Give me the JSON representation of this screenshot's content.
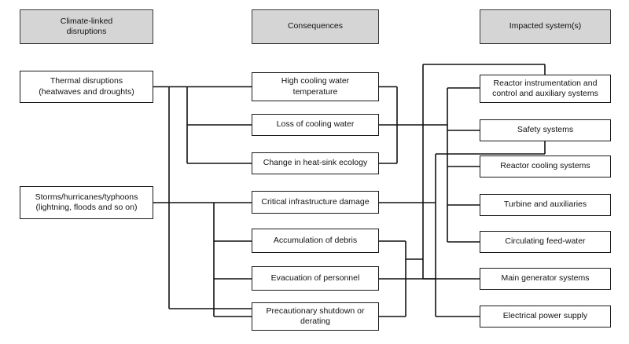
{
  "figure": {
    "kind": "flowchart",
    "background": "#ffffff",
    "line_color": "#111111",
    "header_fill": "#d5d5d5",
    "node_fill": "#ffffff",
    "border_color": "#1a1a1a"
  },
  "headers": [
    {
      "id": "h-disruptions",
      "label": "Climate-linked\ndisruptions"
    },
    {
      "id": "h-consequences",
      "label": "Consequences"
    },
    {
      "id": "h-impacted",
      "label": "Impacted system(s)"
    }
  ],
  "disruptions": [
    {
      "id": "d-thermal",
      "label": "Thermal disruptions\n(heatwaves and droughts)"
    },
    {
      "id": "d-storms",
      "label": "Storms/hurricanes/typhoons\n(lightning, floods and so on)"
    }
  ],
  "consequences": [
    {
      "id": "c-high-temp",
      "label": "High cooling water\ntemperature"
    },
    {
      "id": "c-loss-water",
      "label": "Loss of cooling water"
    },
    {
      "id": "c-heatsink",
      "label": "Change in heat-sink ecology"
    },
    {
      "id": "c-infra",
      "label": "Critical infrastructure damage"
    },
    {
      "id": "c-debris",
      "label": "Accumulation of debris"
    },
    {
      "id": "c-evac",
      "label": "Evacuation of personnel"
    },
    {
      "id": "c-shutdown",
      "label": "Precautionary shutdown or\nderating"
    }
  ],
  "impacted": [
    {
      "id": "i-reactor-ic",
      "label": "Reactor instrumentation and\ncontrol and auxiliary systems"
    },
    {
      "id": "i-safety",
      "label": "Safety systems"
    },
    {
      "id": "i-reactor-cool",
      "label": "Reactor cooling systems"
    },
    {
      "id": "i-turbine",
      "label": "Turbine and auxiliaries"
    },
    {
      "id": "i-feedwater",
      "label": "Circulating feed-water"
    },
    {
      "id": "i-maingen",
      "label": "Main generator systems"
    },
    {
      "id": "i-electrical",
      "label": "Electrical power supply"
    }
  ]
}
